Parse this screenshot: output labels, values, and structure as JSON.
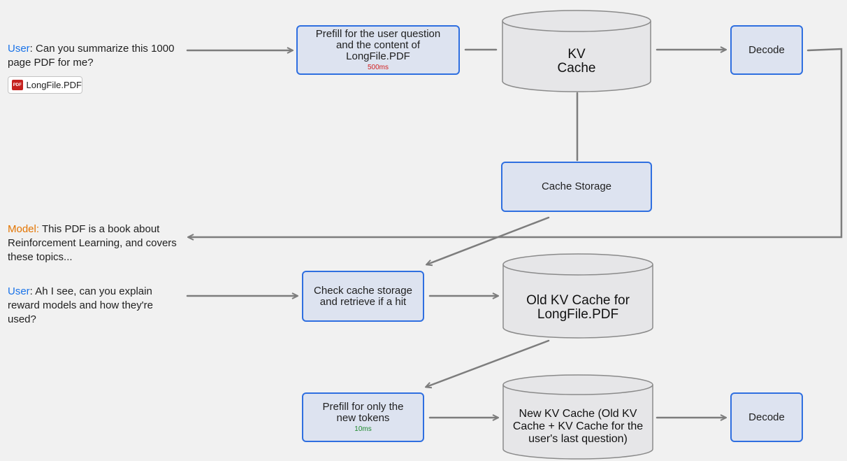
{
  "conversation": {
    "turn1": {
      "speaker": "User",
      "text": "Can you summarize this 1000 page PDF for me?"
    },
    "attachment": {
      "icon": "pdf-icon",
      "icon_text": "PDF",
      "name": "LongFile.PDF"
    },
    "turn2": {
      "speaker": "Model:",
      "text": "This PDF is a book about Reinforcement Learning, and covers these topics..."
    },
    "turn3": {
      "speaker": "User",
      "text": "Ah I see, can you explain reward models and how they're used?"
    }
  },
  "nodes": {
    "prefill_full": {
      "label": "Prefill for the user question and the content of LongFile.PDF",
      "timing": "500ms"
    },
    "kv_cache": {
      "label": "KV Cache"
    },
    "decode_top": {
      "label": "Decode"
    },
    "cache_storage": {
      "label": "Cache Storage"
    },
    "check_cache": {
      "label": "Check cache storage and retrieve if a hit"
    },
    "old_kv_cache": {
      "label": "Old KV Cache for LongFile.PDF"
    },
    "prefill_new": {
      "label": "Prefill for only the new tokens",
      "timing": "10ms"
    },
    "new_kv_cache": {
      "label": "New KV Cache (Old KV Cache + KV Cache for the user's last question)"
    },
    "decode_bottom": {
      "label": "Decode"
    }
  },
  "colors": {
    "background": "#f1f1f1",
    "box_fill": "#dde3f0",
    "box_border": "#2f6fe0",
    "cylinder_fill": "#e6e6e8",
    "cylinder_stroke": "#8a8a8a",
    "arrow": "#7d7d7d",
    "user": "#1a73e8",
    "model": "#e37400",
    "timing_slow": "#d21f1f",
    "timing_fast": "#1f8a2e"
  }
}
